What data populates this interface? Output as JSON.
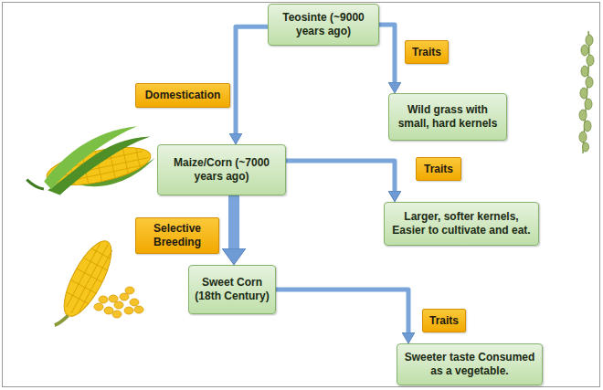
{
  "diagram": {
    "nodes": [
      {
        "text": [
          "Teosinte (~9000 years ago)"
        ]
      },
      {
        "text": [
          "Traits"
        ]
      },
      {
        "text": [
          "Wild grass with small, hard kernels"
        ]
      },
      {
        "text": [
          "Domestication"
        ]
      },
      {
        "text": [
          "Maize/Corn (~7000 years ago)"
        ]
      },
      {
        "text": [
          "Traits"
        ]
      },
      {
        "text": [
          "Larger, softer kernels, Easier to cultivate and eat."
        ]
      },
      {
        "text": [
          "Selective Breeding"
        ]
      },
      {
        "text": [
          "Sweet Corn (18th Century)"
        ]
      },
      {
        "text": [
          "Traits"
        ]
      },
      {
        "text": [
          "Sweeter taste Consumed as a vegetable."
        ]
      }
    ],
    "edges": [
      {
        "from": 0,
        "to": 2,
        "arrow": "to"
      },
      {
        "from": 0,
        "to": 4,
        "arrow": "to"
      },
      {
        "from": 4,
        "to": 6,
        "arrow": "to"
      },
      {
        "from": 4,
        "to": 8,
        "arrow": "to"
      },
      {
        "from": 8,
        "to": 10,
        "arrow": "to"
      }
    ]
  }
}
